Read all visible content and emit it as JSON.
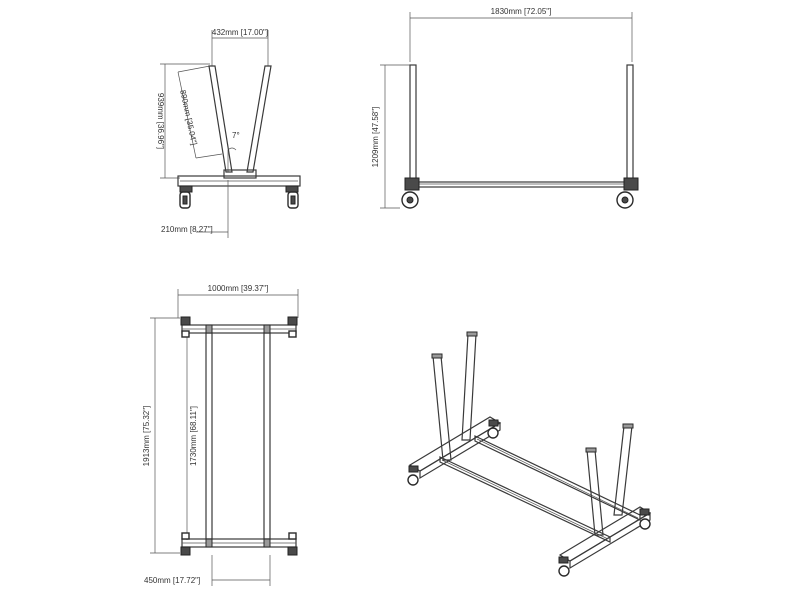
{
  "front_view": {
    "top_width": "432mm  [17.00\"]",
    "total_height": "939mm  [36.96\"]",
    "post_length": "890mm  [35.04\"]",
    "angle": "7°",
    "offset": "210mm  [8.27\"]"
  },
  "side_view": {
    "width": "1830mm  [72.05\"]",
    "height": "1209mm  [47.58\"]"
  },
  "top_view": {
    "width": "1000mm  [39.37\"]",
    "total_length": "1913mm  [75.32\"]",
    "inner_length": "1730mm  [68.11\"]",
    "bottom_width": "450mm  [17.72\"]"
  }
}
